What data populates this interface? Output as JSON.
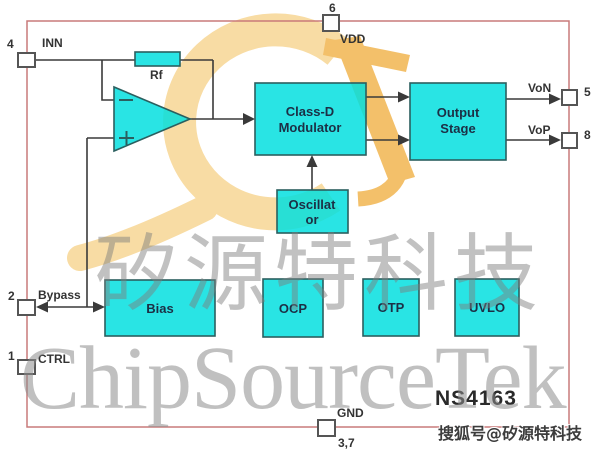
{
  "part_number": "NS4163",
  "pins": {
    "inn": {
      "number": "4",
      "label": "INN"
    },
    "bypass": {
      "number": "2",
      "label": "Bypass"
    },
    "ctrl": {
      "number": "1",
      "label": "CTRL"
    },
    "vdd": {
      "number": "6",
      "label": "VDD"
    },
    "von": {
      "number": "5",
      "label": "VoN"
    },
    "vop": {
      "number": "8",
      "label": "VoP"
    },
    "gnd": {
      "number": "3,7",
      "label": "GND"
    }
  },
  "blocks": {
    "rf": {
      "label": "Rf"
    },
    "class_d": {
      "line1": "Class-D",
      "line2": "Modulator"
    },
    "output_stage": {
      "line1": "Output",
      "line2": "Stage"
    },
    "oscillator": {
      "line1": "Oscillat",
      "line2": "or"
    },
    "bias": {
      "label": "Bias"
    },
    "ocp": {
      "label": "OCP"
    },
    "otp": {
      "label": "OTP"
    },
    "uvlo": {
      "label": "UVLO"
    }
  },
  "watermarks": {
    "cjk": "矽源特科技",
    "latin": "ChipSourceTek",
    "souhu": "搜狐号@矽源特科技"
  },
  "colors": {
    "block_fill": "#00dfdf",
    "block_stroke": "#2b5f5f",
    "wire": "#3a3a3a",
    "chip_border": "#c97a7a",
    "pin_stroke": "#555555",
    "logo_cream": "#f8dca4",
    "logo_gold": "#f3c06a",
    "ink": "#333333"
  }
}
